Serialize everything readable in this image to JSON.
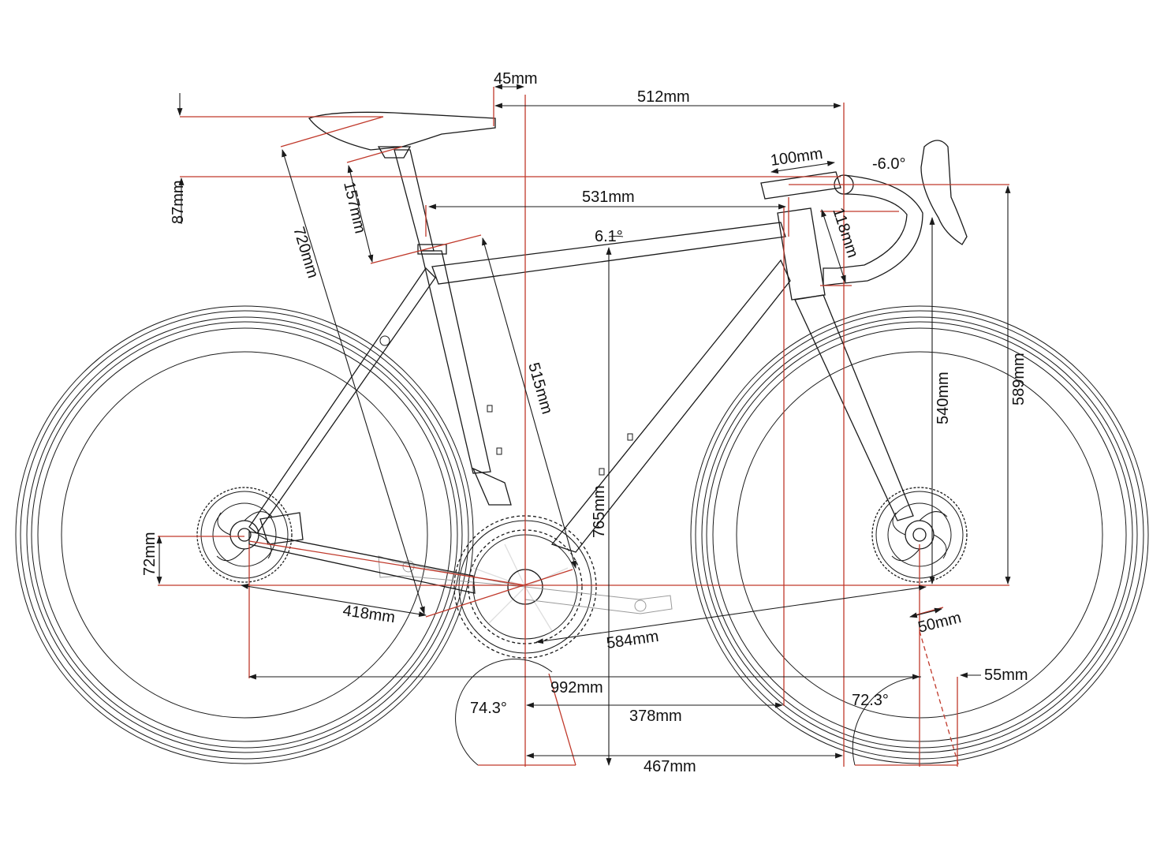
{
  "colors": {
    "frame": "#1a1a1a",
    "dimension": "#1a1a1a",
    "reference": "#c0392b",
    "component": "#9a9a9a",
    "background": "#ffffff"
  },
  "labels": {
    "setback": "45mm",
    "saddle_reach": "512mm",
    "stem_length": "100mm",
    "stem_angle": "-6.0°",
    "bar_drop": "87mm",
    "seat_extension": "157mm",
    "top_tube": "531mm",
    "top_tube_angle": "6.1°",
    "saddle_height": "720mm",
    "head_tube": "118mm",
    "seat_tube": "515mm",
    "stack_handlebar": "540mm",
    "stack_bar_total": "589mm",
    "bb_height": "765mm",
    "bb_drop": "72mm",
    "chainstay": "418mm",
    "front_center": "584mm",
    "fork_offset": "50mm",
    "wheelbase": "992mm",
    "trail": "55mm",
    "seat_angle": "74.3°",
    "head_angle": "72.3°",
    "reach": "378mm",
    "reach_bar": "467mm"
  }
}
